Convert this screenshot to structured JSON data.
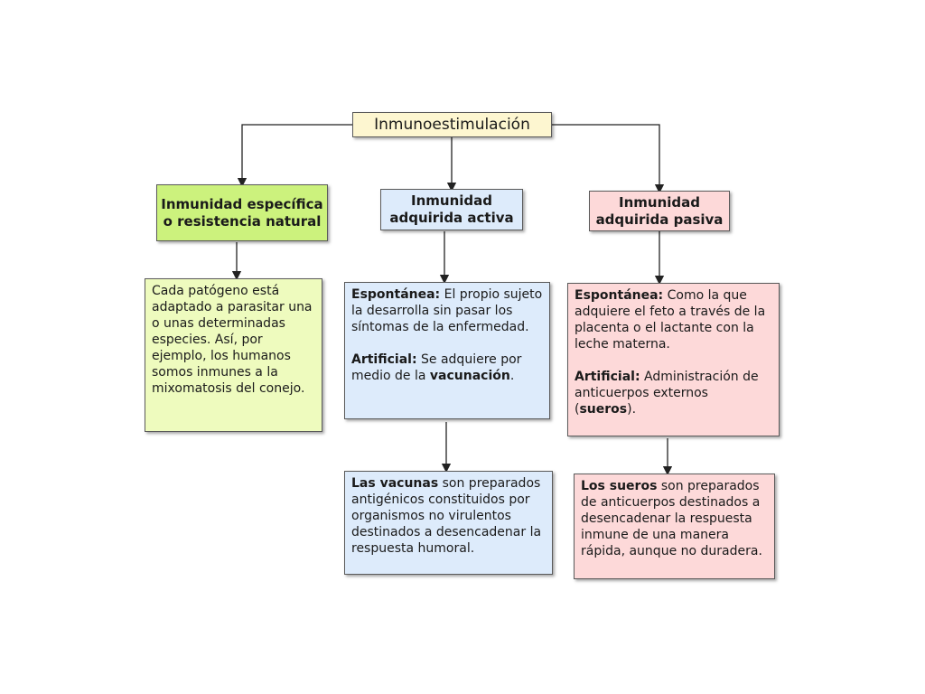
{
  "root": {
    "title": "Inmunoestimulación"
  },
  "branches": [
    {
      "title": "Inmunidad específica o resistencia natural",
      "description": "Cada patógeno está adaptado a parasitar una o unas determinadas especies. Así, por ejemplo, los humanos somos inmunes a la mixomatosis del conejo."
    },
    {
      "title": "Inmunidad adquirida activa",
      "detail": {
        "spontaneous_label": "Espontánea:",
        "spontaneous_text": " El propio sujeto la desarrolla sin pasar los síntomas de la enfermedad.",
        "artificial_label": "Artificial:",
        "artificial_text": " Se adquiere por medio de la ",
        "artificial_bold": "vacunación",
        "artificial_end": "."
      },
      "note": {
        "bold": "Las vacunas",
        "text": " son preparados antigénicos constituidos por organismos no virulentos destinados a desencadenar la respuesta humoral."
      }
    },
    {
      "title": "Inmunidad adquirida pasiva",
      "detail": {
        "spontaneous_label": "Espontánea:",
        "spontaneous_text": " Como la que adquiere el feto a través de la placenta o el lactante con la leche materna.",
        "artificial_label": "Artificial:",
        "artificial_text": " Administración de anticuerpos externos (",
        "artificial_bold": "sueros",
        "artificial_end": ")."
      },
      "note": {
        "bold": "Los sueros",
        "text": " son preparados de anticuerpos destinados a desencadenar la respuesta inmune de una manera rápida, aunque no duradera."
      }
    }
  ],
  "colors": {
    "root": "#fdf6d0",
    "branch_natural": "#ccf27d",
    "natural_description": "#eefbbe",
    "branch_activa": "#ddebfb",
    "branch_pasiva": "#fdd9d9"
  }
}
